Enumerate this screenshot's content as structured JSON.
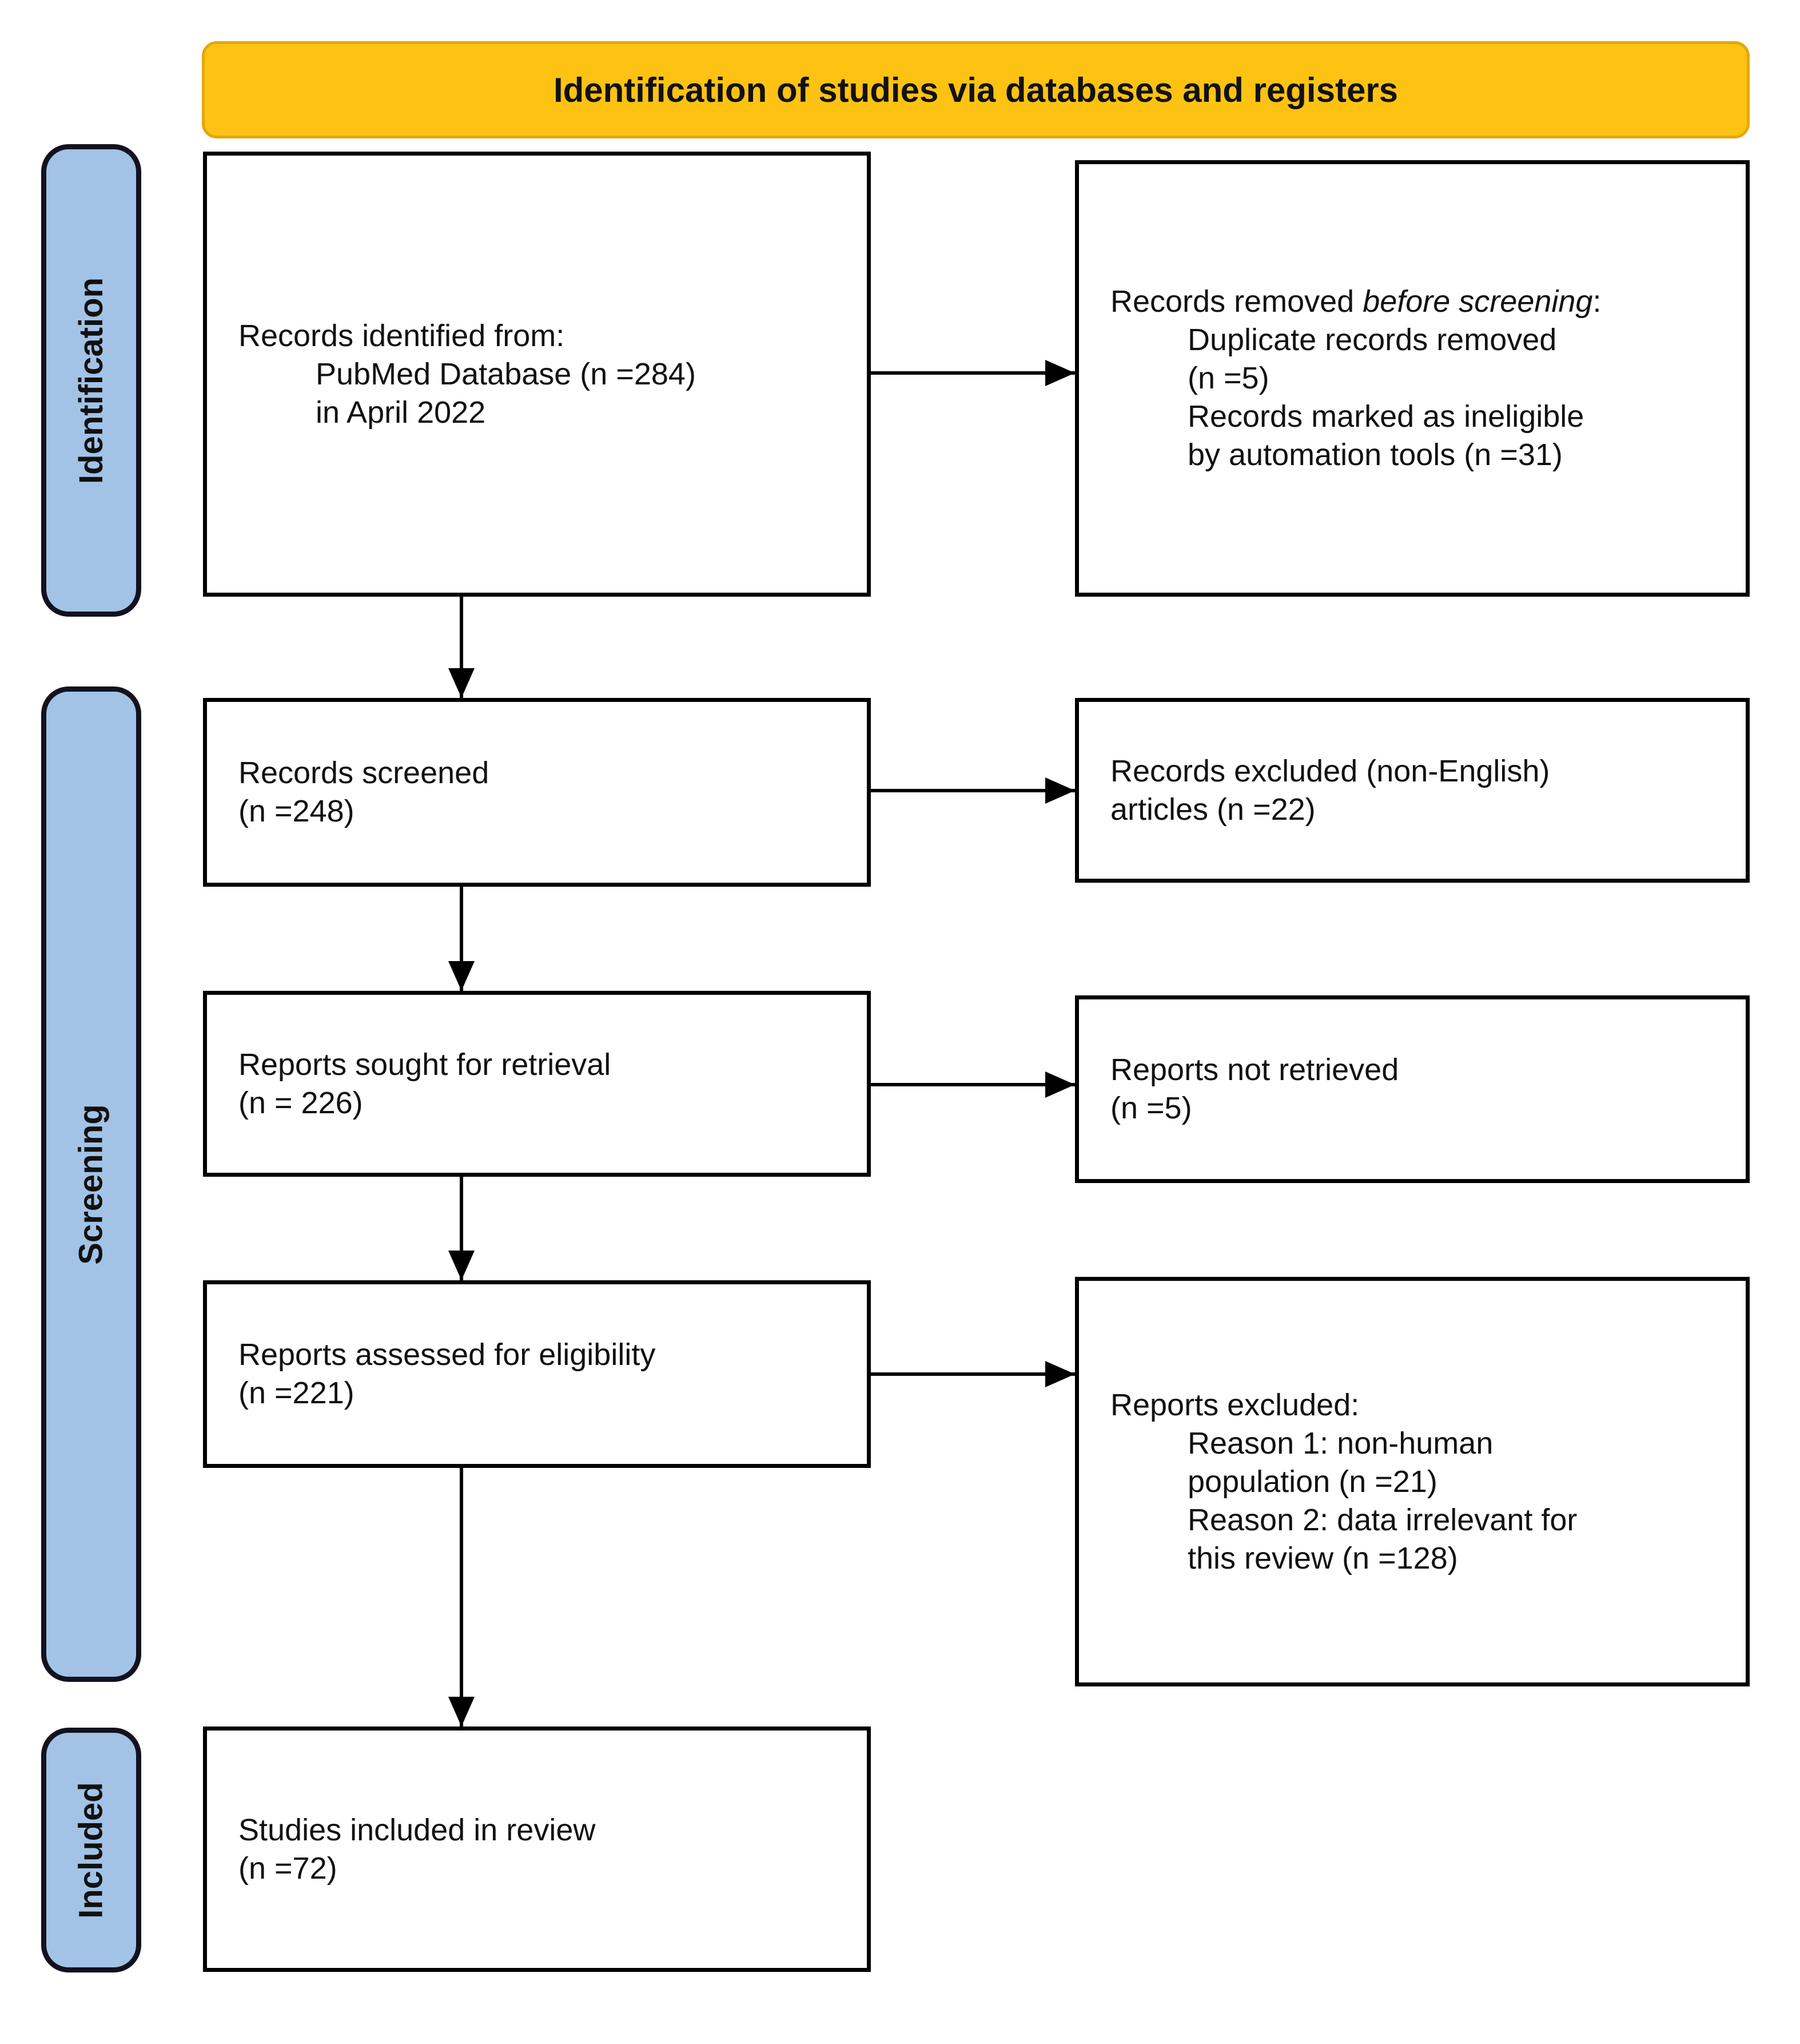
{
  "title": "Identification of studies via databases and registers",
  "colors": {
    "header_bg": "#FEC213",
    "header_border": "#E3A70E",
    "stage_bg": "#A2C3E6",
    "stage_border": "#12121F",
    "box_border": "#000000",
    "box_bg": "#FFFFFF"
  },
  "stages": [
    {
      "label": "Identification"
    },
    {
      "label": "Screening"
    },
    {
      "label": "Included"
    }
  ],
  "boxes": {
    "identified": {
      "line1": "Records identified from:",
      "line2": "PubMed Database (n =284)",
      "line3": "in April 2022"
    },
    "removed": {
      "intro_pre": "Records removed ",
      "intro_italic": "before screening",
      "intro_post": ":",
      "item1": "Duplicate records removed\n(n =5)",
      "item2": "Records marked as ineligible\nby automation tools (n =31)"
    },
    "screened": {
      "line1": "Records screened",
      "line2": "(n =248)"
    },
    "excluded": {
      "line1": "Records excluded (non-English)",
      "line2": "articles (n =22)"
    },
    "sought": {
      "line1": "Reports sought for retrieval",
      "line2": "(n = 226)"
    },
    "not_retrieved": {
      "line1": "Reports not retrieved",
      "line2": "(n =5)"
    },
    "assessed": {
      "line1": "Reports assessed for eligibility",
      "line2": "(n =221)"
    },
    "reports_excluded": {
      "title": "Reports excluded:",
      "item1": "Reason 1: non-human\npopulation (n =21)",
      "item2": "Reason 2: data irrelevant for\nthis review (n =128)"
    },
    "included": {
      "line1": "Studies included in review",
      "line2": "(n =72)"
    }
  }
}
